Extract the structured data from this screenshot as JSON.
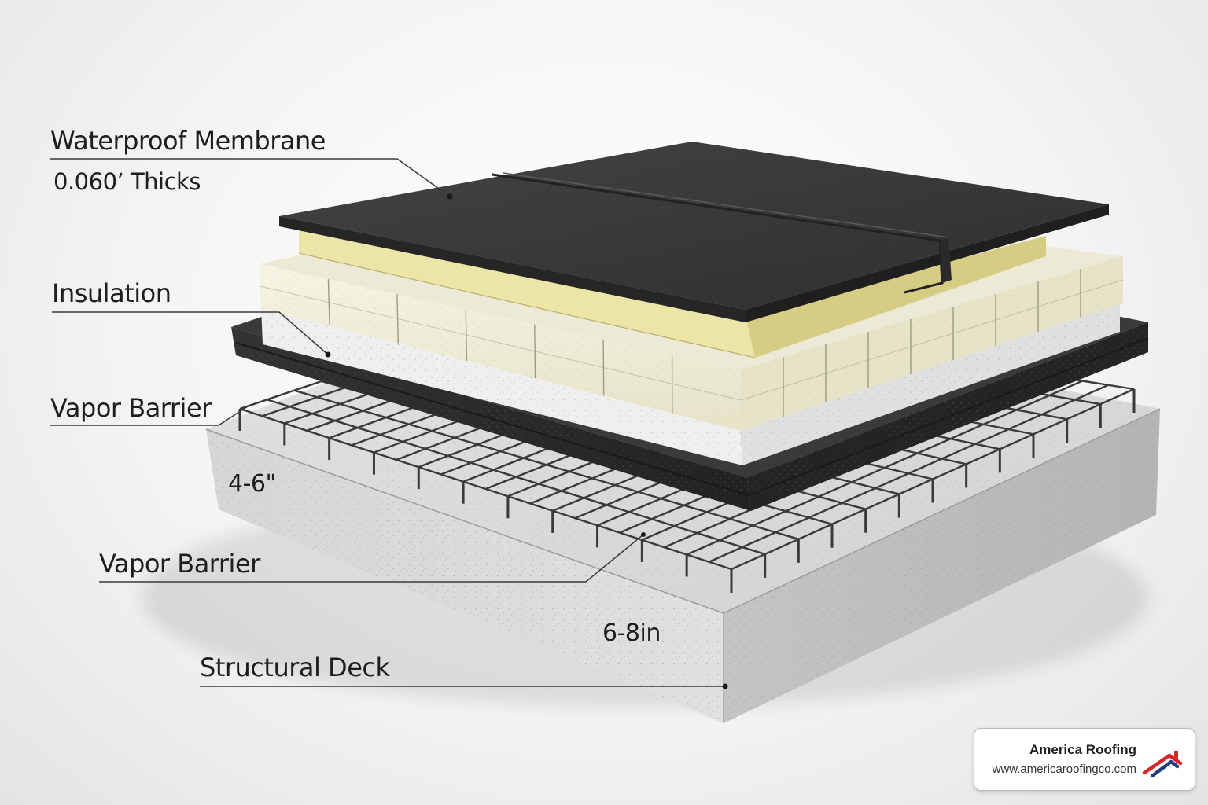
{
  "labels": {
    "membrane_title": "Waterproof Membrane",
    "membrane_thickness": "0.060’ Thicks",
    "insulation": "Insulation",
    "vapor_barrier_upper": "Vapor Barrier",
    "vapor_barrier_lower": "Vapor Barrier",
    "structural_deck": "Structural Deck",
    "dim_upper": "4-6\"",
    "dim_lower": "6-8in"
  },
  "brand": {
    "name": "America Roofing",
    "url": "www.americaroofingco.com",
    "logo_icon": "roof-house-logo-icon"
  },
  "colors": {
    "membrane": "#3a3a3a",
    "yellow_layer": "#e9e2a6",
    "insulation_block": "#f0eed9",
    "white_layer": "#eeeeee",
    "vapor_barrier": "#2b2b2b",
    "concrete": "#d3d3d3",
    "rebar": "#3c3c3c",
    "logo_red": "#d8262b",
    "logo_blue": "#1e3c78"
  }
}
